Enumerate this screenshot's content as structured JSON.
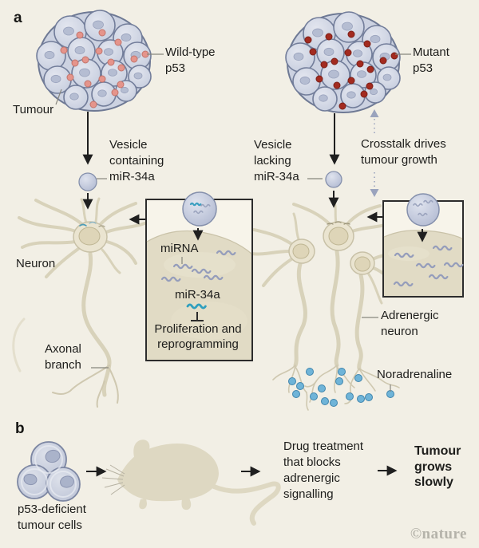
{
  "figure": {
    "panel_a_label": "a",
    "panel_b_label": "b"
  },
  "panel_a": {
    "wild_type_label": "Wild-type\np53",
    "tumour_label": "Tumour",
    "vesicle_containing_label": "Vesicle\ncontaining\nmiR-34a",
    "neuron_label": "Neuron",
    "axonal_branch_label": "Axonal\nbranch",
    "inset_left": {
      "mirna_label": "miRNA",
      "mir34a_label": "miR-34a",
      "outcome_label": "Proliferation and\nreprogramming"
    },
    "mutant_label": "Mutant\np53",
    "vesicle_lacking_label": "Vesicle\nlacking\nmiR-34a",
    "crosstalk_label": "Crosstalk drives\ntumour growth",
    "adrenergic_label": "Adrenergic\nneuron",
    "noradrenaline_label": "Noradrenaline"
  },
  "panel_b": {
    "cells_label": "p53-deficient\ntumour cells",
    "drug_label": "Drug treatment\nthat blocks\nadrenergic\nsignalling",
    "outcome_label": "Tumour\ngrows\nslowly"
  },
  "watermark": "©nature",
  "colors": {
    "background": "#f2efe5",
    "tumour_cell_fill": "#ccd2e1",
    "tumour_cell_outline": "#6e7994",
    "wild_type_p53_dot": "#e5948b",
    "mutant_p53_dot": "#a32b20",
    "vesicle_fill": "#c3cadb",
    "neuron_fill": "#d8d2ba",
    "noradrenaline_dot": "#6fb4d8",
    "mirna_squiggle": "#959dbb",
    "mir34a_squiggle": "#2f9fbe",
    "inset_cell_fill": "#e1dbc5",
    "crosstalk_arrow": "#9aa3bd",
    "mouse_fill": "#ded8c2"
  }
}
